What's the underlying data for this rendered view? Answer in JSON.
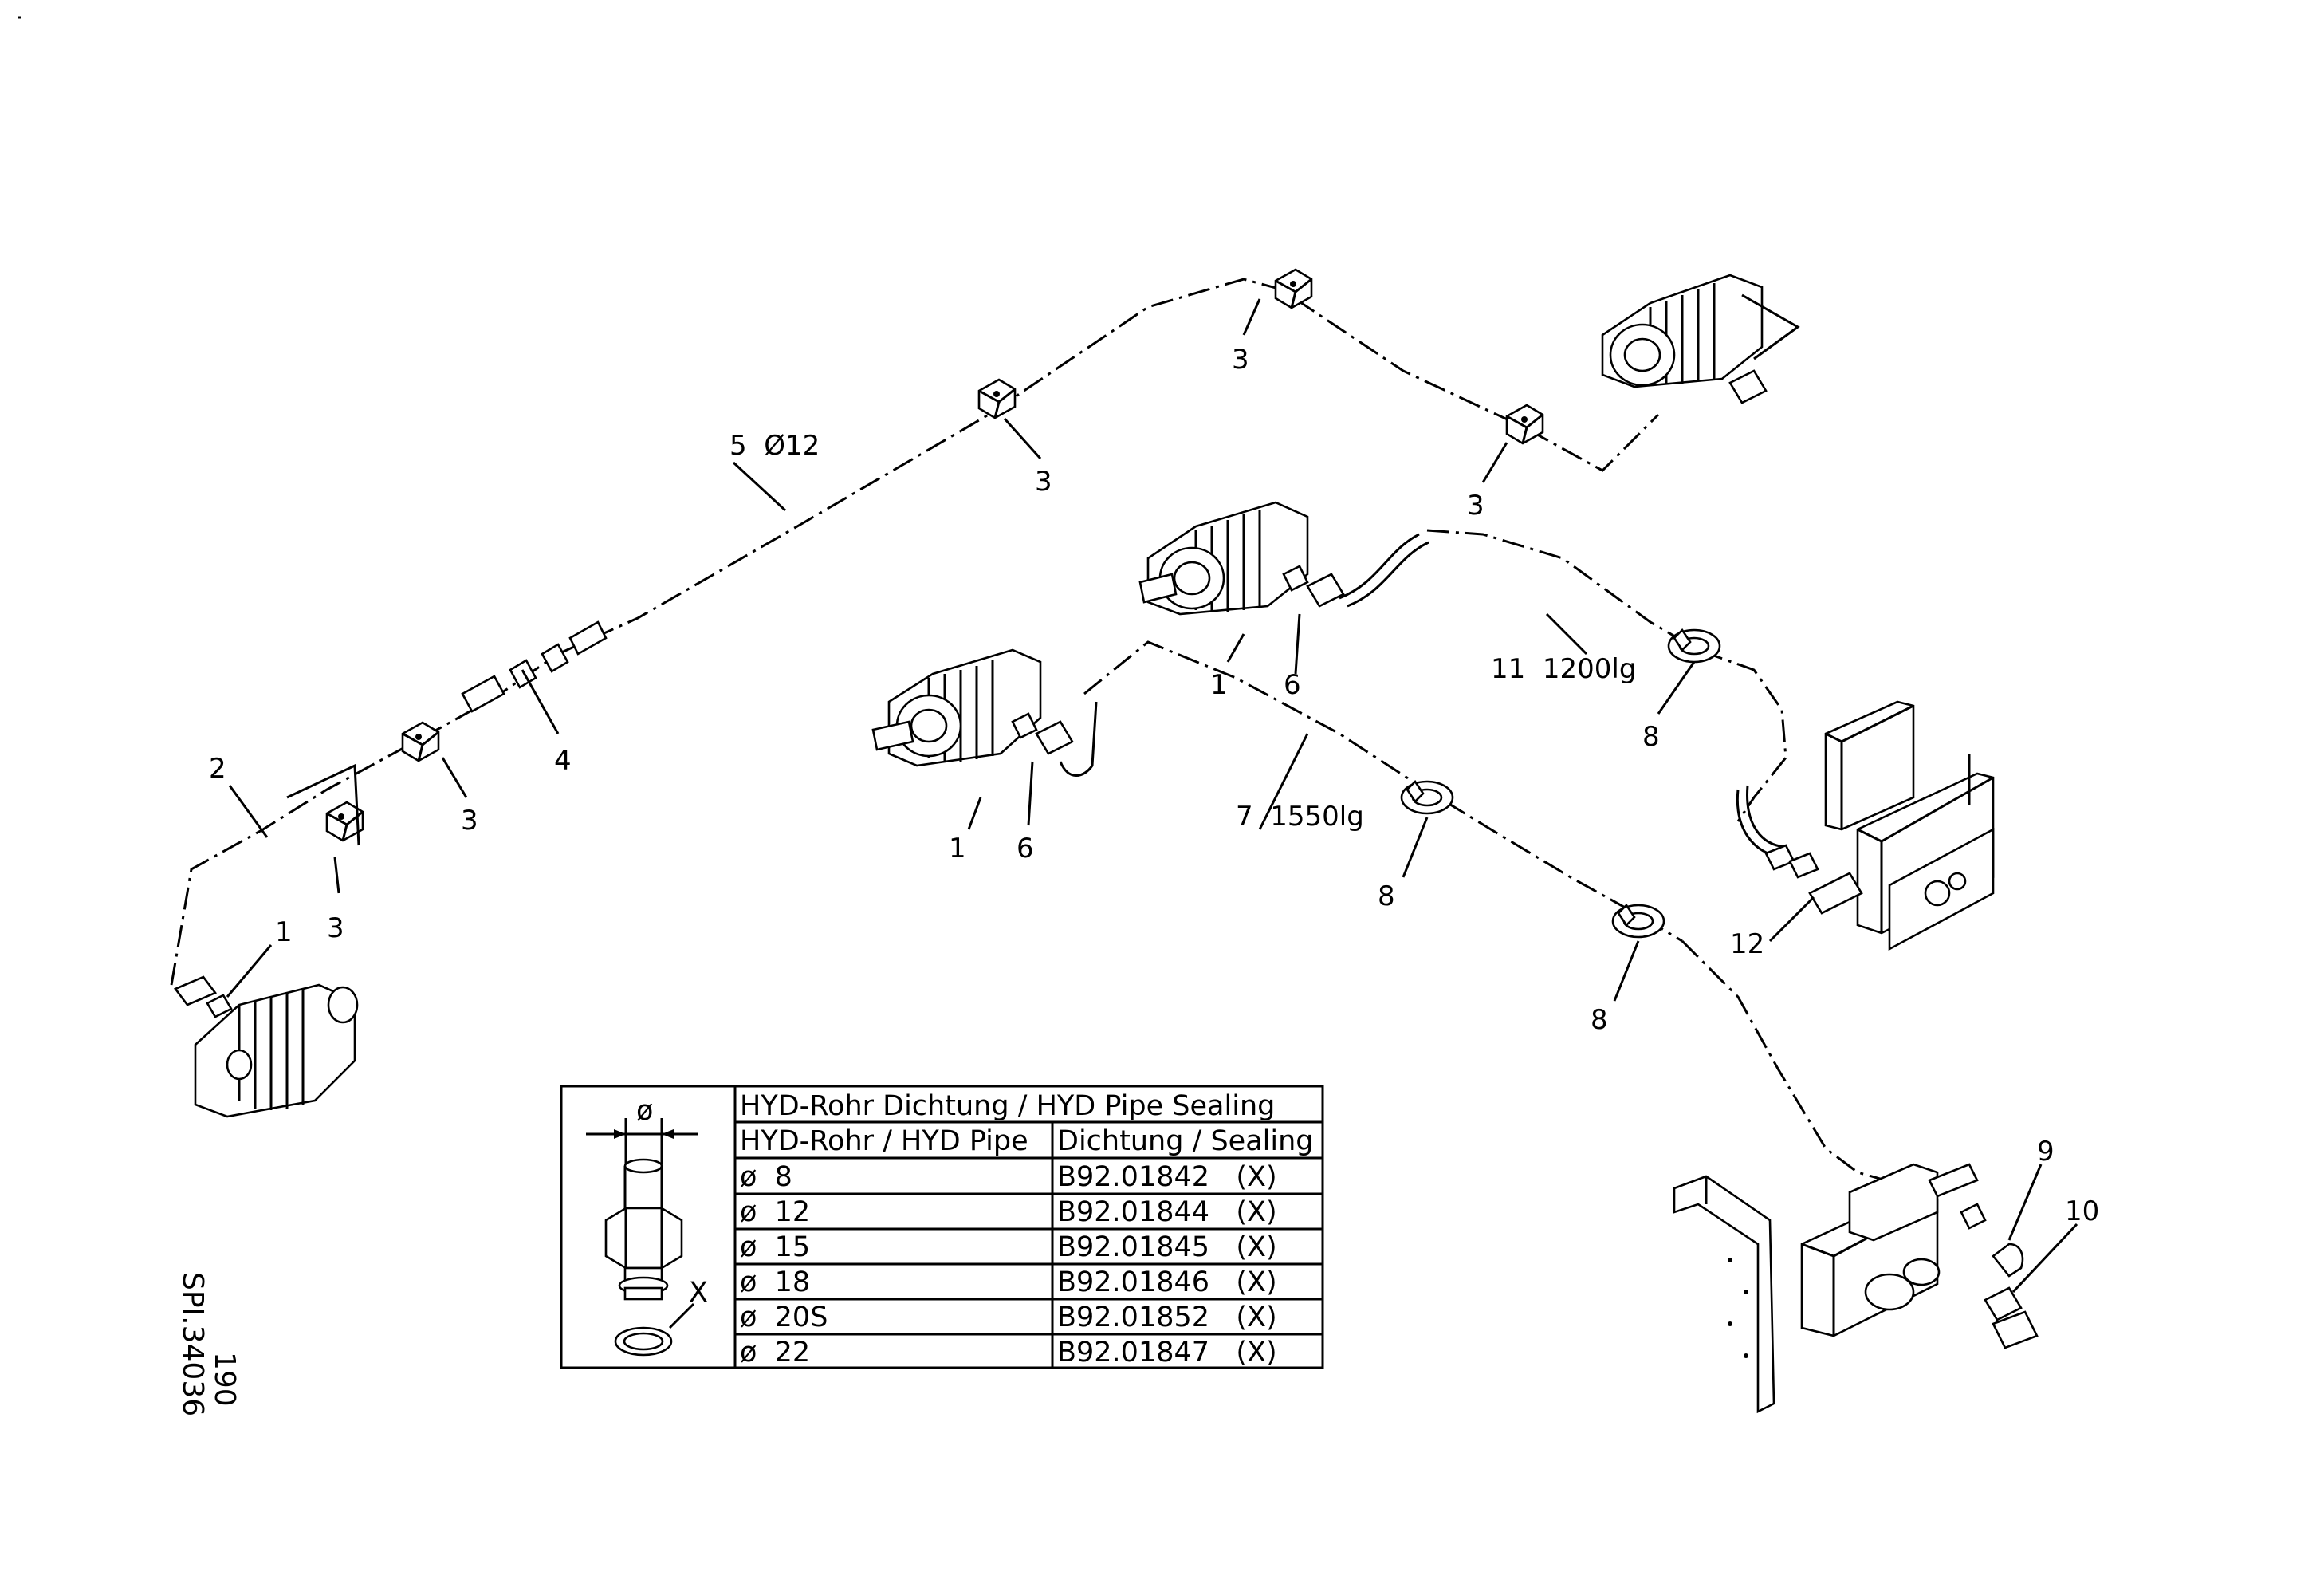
{
  "callouts": {
    "c1a": "1",
    "c1b": "1",
    "c1c": "1",
    "c2": "2",
    "c3a": "3",
    "c3b": "3",
    "c3c": "3",
    "c3d": "3",
    "c3e": "3",
    "c4": "4",
    "c5": "5  Ø12",
    "c6a": "6",
    "c6b": "6",
    "c7": "7  1550lg",
    "c8a": "8",
    "c8b": "8",
    "c8c": "8",
    "c9": "9",
    "c10": "10",
    "c11": "11  1200lg",
    "c12": "12"
  },
  "detail": {
    "diameter_symbol": "ø",
    "x_marker": "X"
  },
  "table": {
    "title": "HYD-Rohr Dichtung / HYD Pipe Sealing",
    "col1_header": "HYD-Rohr / HYD Pipe",
    "col2_header": "Dichtung / Sealing",
    "rows": [
      {
        "pipe": "ø  8",
        "seal": "B92.01842   (X)"
      },
      {
        "pipe": "ø  12",
        "seal": "B92.01844   (X)"
      },
      {
        "pipe": "ø  15",
        "seal": "B92.01845   (X)"
      },
      {
        "pipe": "ø  18",
        "seal": "B92.01846   (X)"
      },
      {
        "pipe": "ø  20S",
        "seal": "B92.01852   (X)"
      },
      {
        "pipe": "ø  22",
        "seal": "B92.01847   (X)"
      }
    ]
  },
  "drawing_ref": {
    "number": "SPI.34036",
    "page": "190"
  }
}
